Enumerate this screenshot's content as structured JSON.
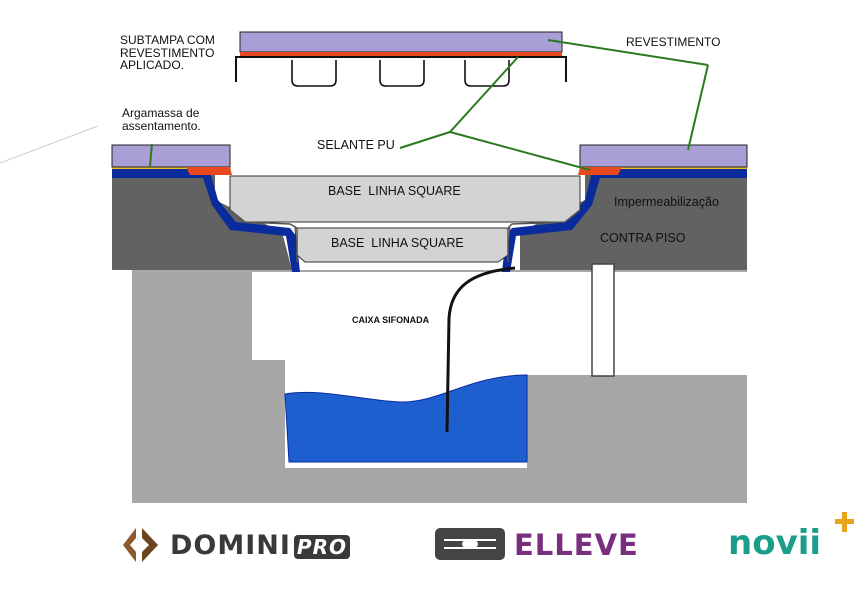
{
  "labels": {
    "subtampa": "SUBTAMPA COM\nREVESTIMENTO\nAPLICADO.",
    "revestimento": "REVESTIMENTO",
    "argamassa": "Argamassa de\nassentamento.",
    "selante": "SELANTE PU",
    "base_upper": "BASE  LINHA SQUARE",
    "base_lower": "BASE  LINHA SQUARE",
    "impermeabilizacao": "Impermeabilização",
    "contra_piso": "CONTRA PISO",
    "caixa": "CAIXA SIFONADA"
  },
  "brands": {
    "domini_main": "DOMINI",
    "domini_suffix": "PRO",
    "elleve": "ELLEVE",
    "novii": "novii"
  },
  "colors": {
    "coating": "#A99FD6",
    "sealant": "#E8481E",
    "waterproofing": "#0A2B9C",
    "concrete_dark": "#626262",
    "concrete_light": "#A7A7A7",
    "base_fill": "#D3D3D3",
    "water": "#1E5FD0",
    "leader_lines": "#2A7A1E",
    "domini_brand": "#8B5A2B",
    "elleve_brand": "#7A2E7E",
    "novii_brand": "#1A9E8A"
  }
}
